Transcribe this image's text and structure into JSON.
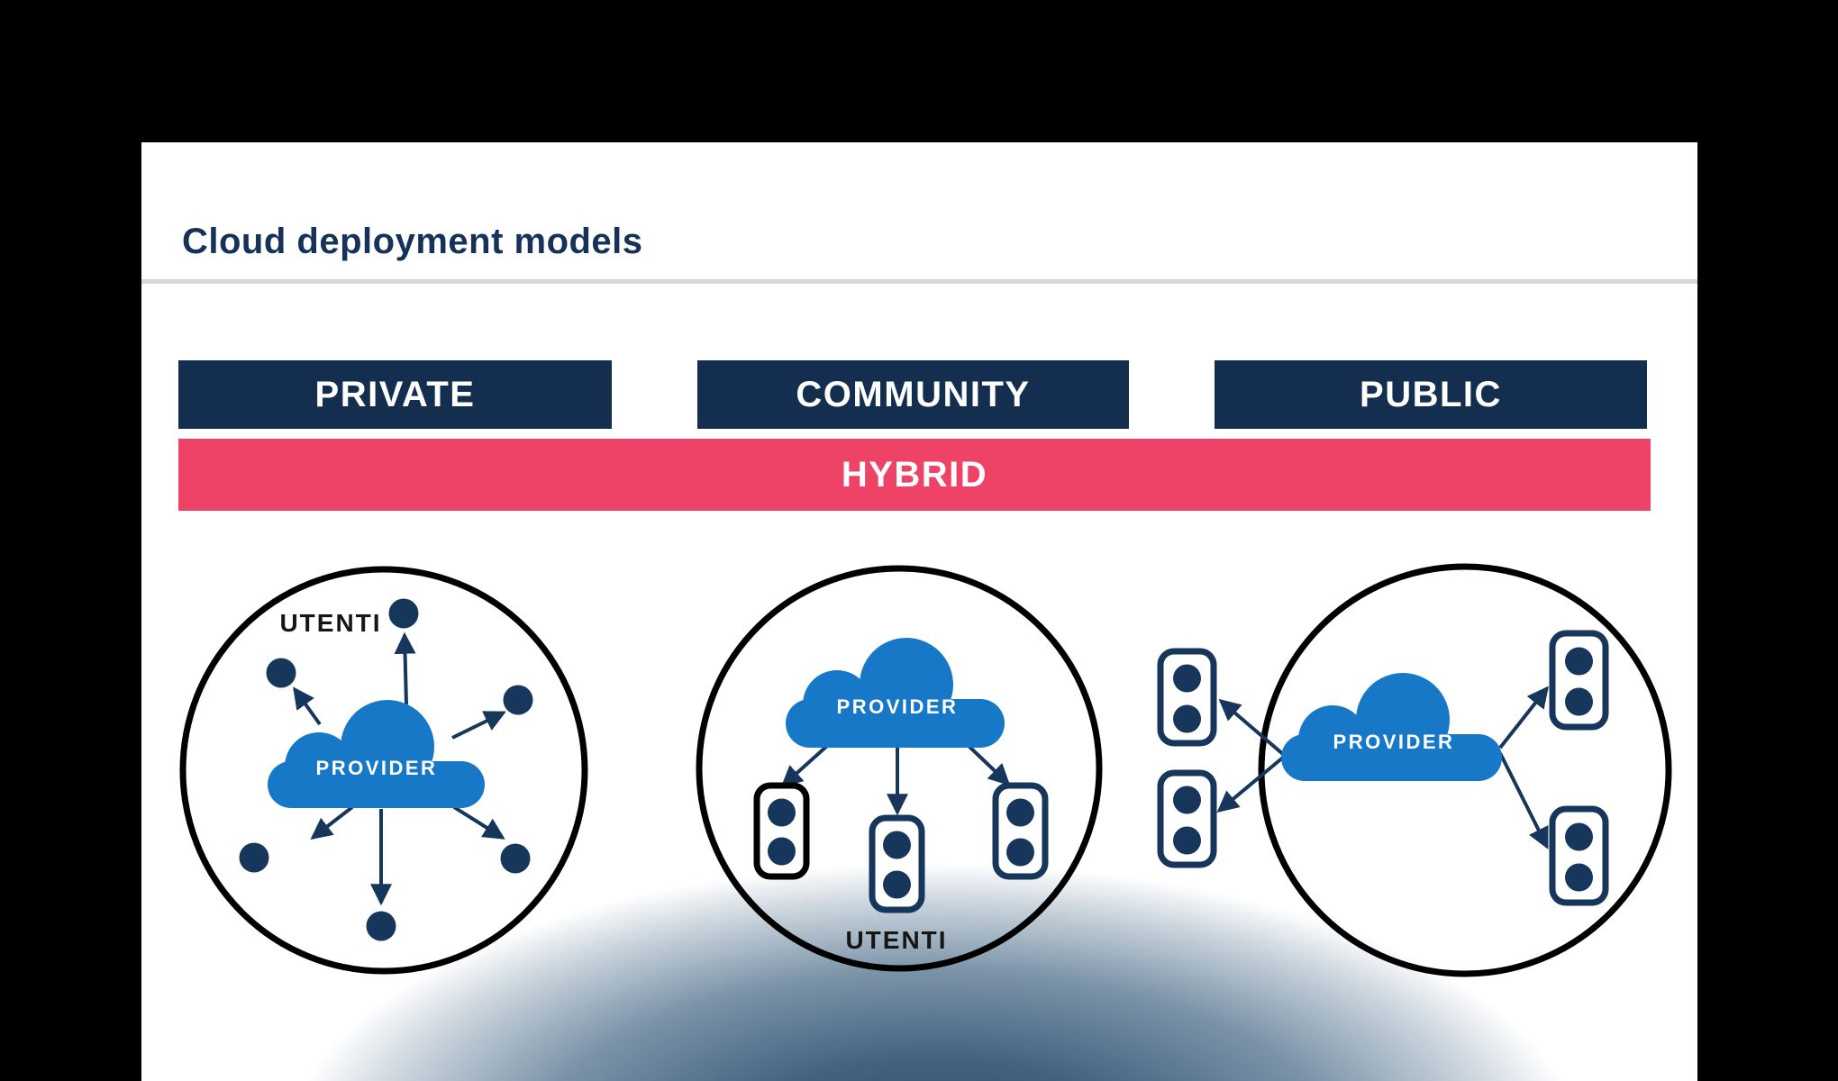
{
  "slide": {
    "title": "Cloud deployment models",
    "background": "#ffffff",
    "page_background": "#000000"
  },
  "category_bars": [
    {
      "label": "PRIVATE"
    },
    {
      "label": "COMMUNITY"
    },
    {
      "label": "PUBLIC"
    }
  ],
  "hybrid_bar": {
    "label": "HYBRID"
  },
  "diagrams": {
    "private": {
      "provider_label": "PROVIDER",
      "users_label": "UTENTI",
      "user_dot_count": 6
    },
    "community": {
      "provider_label": "PROVIDER",
      "users_label": "UTENTI",
      "terminal_count": 3
    },
    "public": {
      "provider_label": "PROVIDER",
      "external_terminal_count": 2,
      "internal_terminal_count": 2
    }
  },
  "colors": {
    "bar_navy": "#132e4e",
    "bar_pink": "#ee4266",
    "cloud_blue": "#1878c8",
    "node_navy": "#17365c",
    "title_navy": "#16325a",
    "divider_gray": "#d8d8d8",
    "bottom_glow": "#2e4e6d"
  }
}
